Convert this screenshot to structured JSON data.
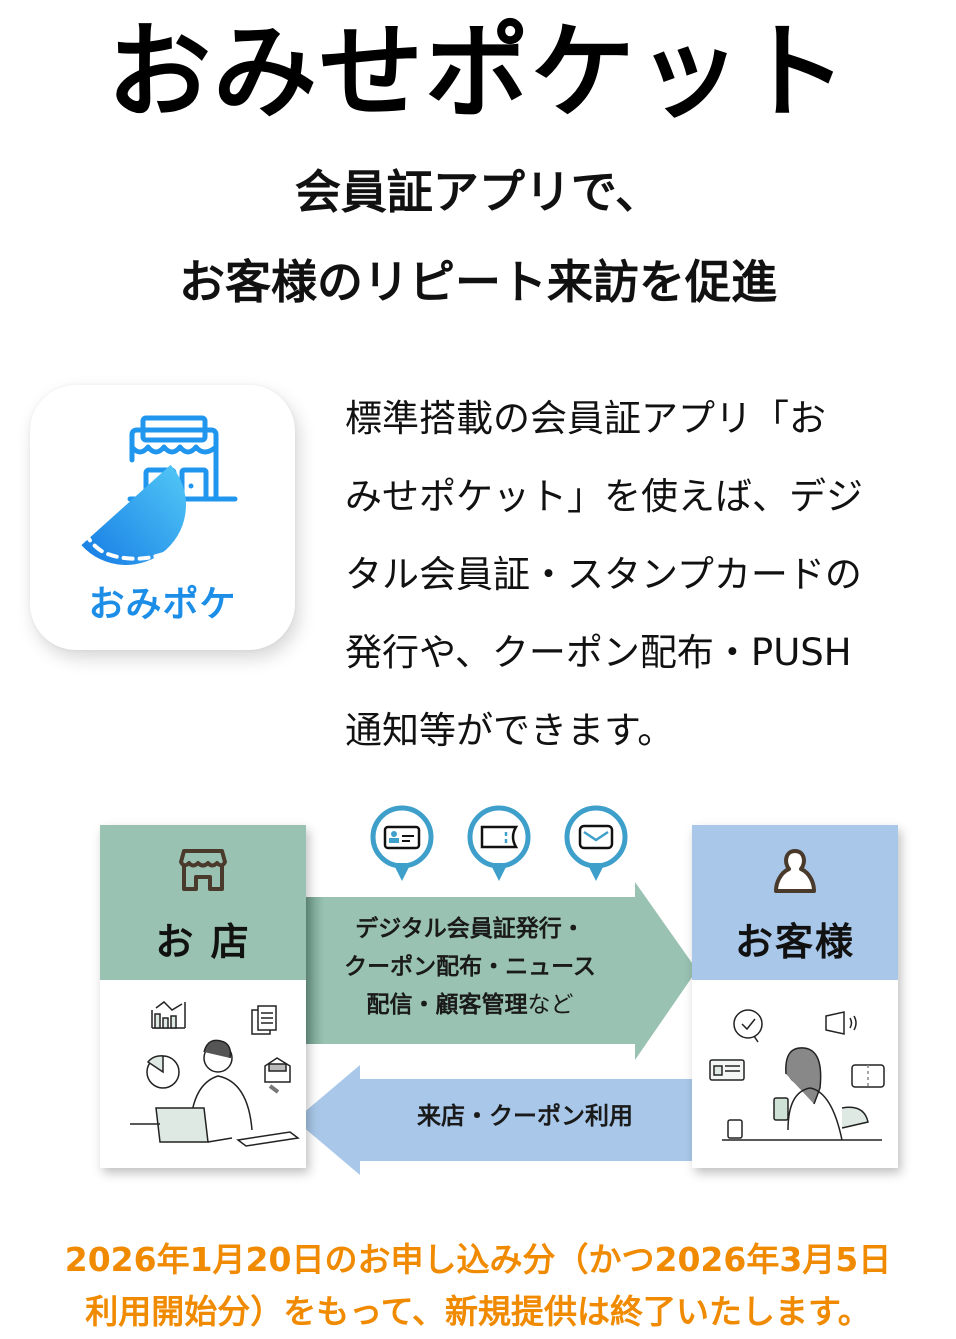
{
  "header": {
    "title": "おみせポケット",
    "subtitle_line1": "会員証アプリで、",
    "subtitle_line2": "お客様のリピート来訪を促進"
  },
  "app_icon": {
    "label": "おみポケ",
    "icon": "pocket-store-icon",
    "colors": {
      "gradient_start": "#4ec3f5",
      "gradient_end": "#1b82e6",
      "label": "#1c8ee8"
    }
  },
  "description": {
    "lines": [
      "標準搭載の会員証アプリ「お",
      "みせポケット」を使えば、デジ",
      "タル会員証・スタンプカードの",
      "発行や、クーポン配布・PUSH",
      "通知等ができます。"
    ]
  },
  "diagram": {
    "store": {
      "label": "お 店",
      "icon": "store-icon",
      "illustration": "man-at-laptop-illustration",
      "header_color": "#99c2b2"
    },
    "customer": {
      "label": "お客様",
      "icon": "person-icon",
      "illustration": "woman-with-smartphone-illustration",
      "header_color": "#a9c8e9"
    },
    "feature_bubbles": [
      {
        "icon": "member-card-icon"
      },
      {
        "icon": "coupon-ticket-icon"
      },
      {
        "icon": "mail-icon"
      }
    ],
    "arrow_to_customer": {
      "line1": "デジタル会員証発行・",
      "line2": "クーポン配布・ニュース",
      "line3_bold": "配信・顧客管理",
      "line3_light": "など",
      "color": "#99c2b2"
    },
    "arrow_to_store": {
      "label": "来店・クーポン利用",
      "color": "#a9c8e9"
    }
  },
  "notice": {
    "line1": "2026年1月20日のお申し込み分（かつ2026年3月5日",
    "line2": "利用開始分）をもって、新規提供は終了いたします。",
    "color": "#f08a00"
  }
}
